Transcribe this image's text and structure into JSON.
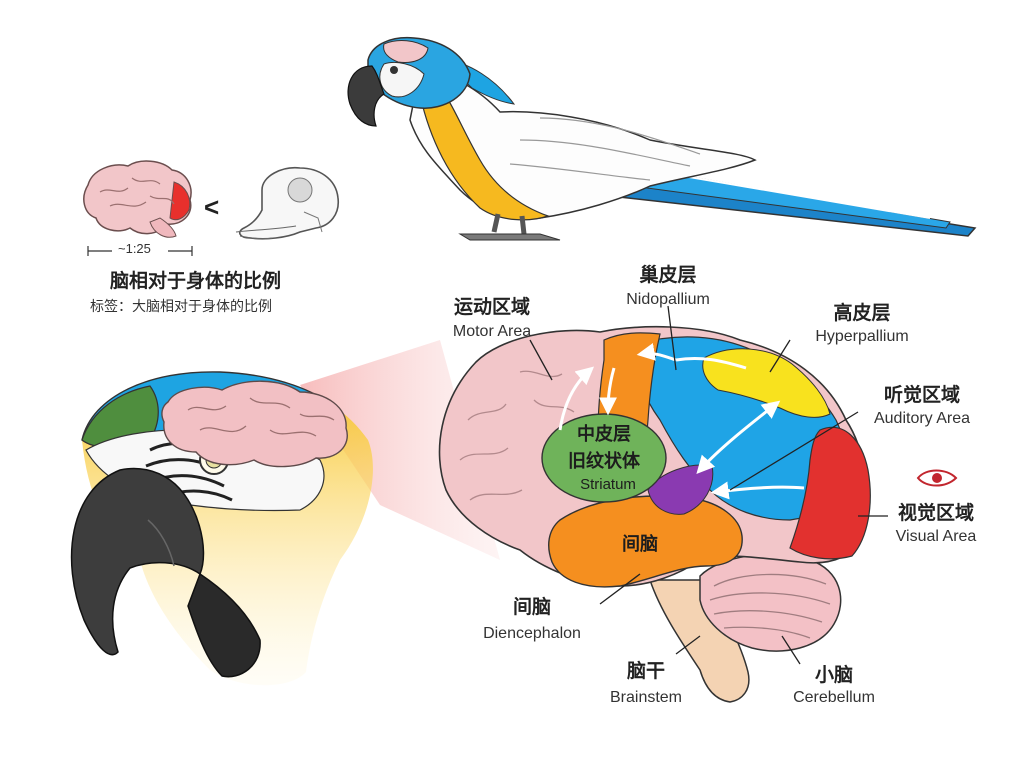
{
  "comparison": {
    "scale_label": "~1:25",
    "less_than": "<",
    "title": "脑相对于身体的比例",
    "subtitle": "标签：大脑相对于身体的比例"
  },
  "labels": {
    "nidopallium_cn": "巢皮层",
    "nidopallium_en": "Nidopallium",
    "motor_cn": "运动区域",
    "motor_en": "Motor Area",
    "hyperpallium_cn": "高皮层",
    "hyperpallium_en": "Hyperpallium",
    "auditory_cn": "听觉区域",
    "auditory_en": "Auditory Area",
    "visual_cn": "视觉区域",
    "visual_en": "Visual Area",
    "mesopallium_cn": "中皮层",
    "striatum_cn": "旧纹状体",
    "striatum_en": "Striatum",
    "thalamus_inner_cn": "间脑",
    "diencephalon_cn": "间脑",
    "diencephalon_en": "Diencephalon",
    "brainstem_cn": "脑干",
    "brainstem_en": "Brainstem",
    "cerebellum_cn": "小脑",
    "cerebellum_en": "Cerebellum"
  },
  "icons": [
    "eye-icon",
    "macaw-illustration",
    "macaw-head-illustration",
    "bird-skull-illustration",
    "small-brain-illustration",
    "brain-diagram"
  ],
  "colors": {
    "pink_brain": "#f2c6c9",
    "orange": "#f58f1f",
    "blue": "#1fa4e6",
    "yellow": "#f8e21e",
    "red": "#e2312f",
    "green": "#6fb35a",
    "purple": "#8a3ab1",
    "cerebellum": "#f3c1c6",
    "stem": "#f4d3b3"
  }
}
